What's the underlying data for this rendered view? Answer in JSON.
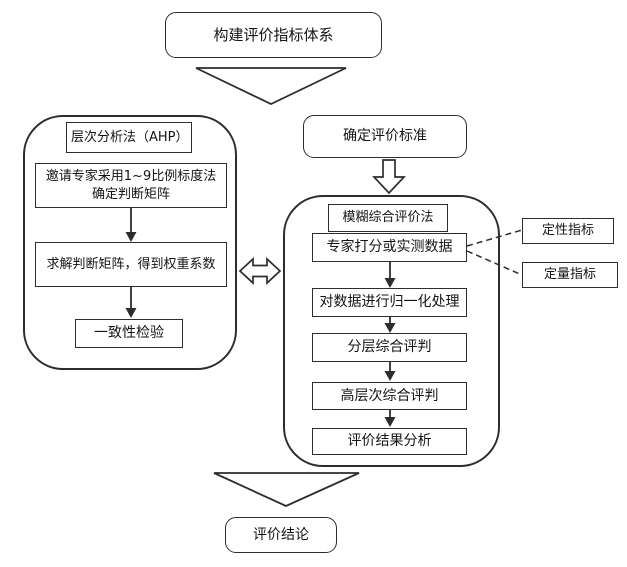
{
  "diagram": {
    "top": {
      "label": "构建评价指标体系"
    },
    "ahp": {
      "title": "层次分析法（AHP）",
      "steps": [
        "邀请专家采用1~9比例标度法确定判断矩阵",
        "求解判断矩阵，得到权重系数",
        "一致性检验"
      ]
    },
    "criteria": {
      "label": "确定评价标准"
    },
    "fuzzy": {
      "title": "模糊综合评价法",
      "steps": [
        "专家打分或实测数据",
        "对数据进行归一化处理",
        "分层综合评判",
        "高层次综合评判",
        "评价结果分析"
      ]
    },
    "indicators": {
      "qualitative": "定性指标",
      "quantitative": "定量指标"
    },
    "conclusion": {
      "label": "评价结论"
    },
    "colors": {
      "stroke": "#2d2d2d",
      "fill": "#ffffff",
      "text": "#141414",
      "background": "#ffffff"
    }
  }
}
